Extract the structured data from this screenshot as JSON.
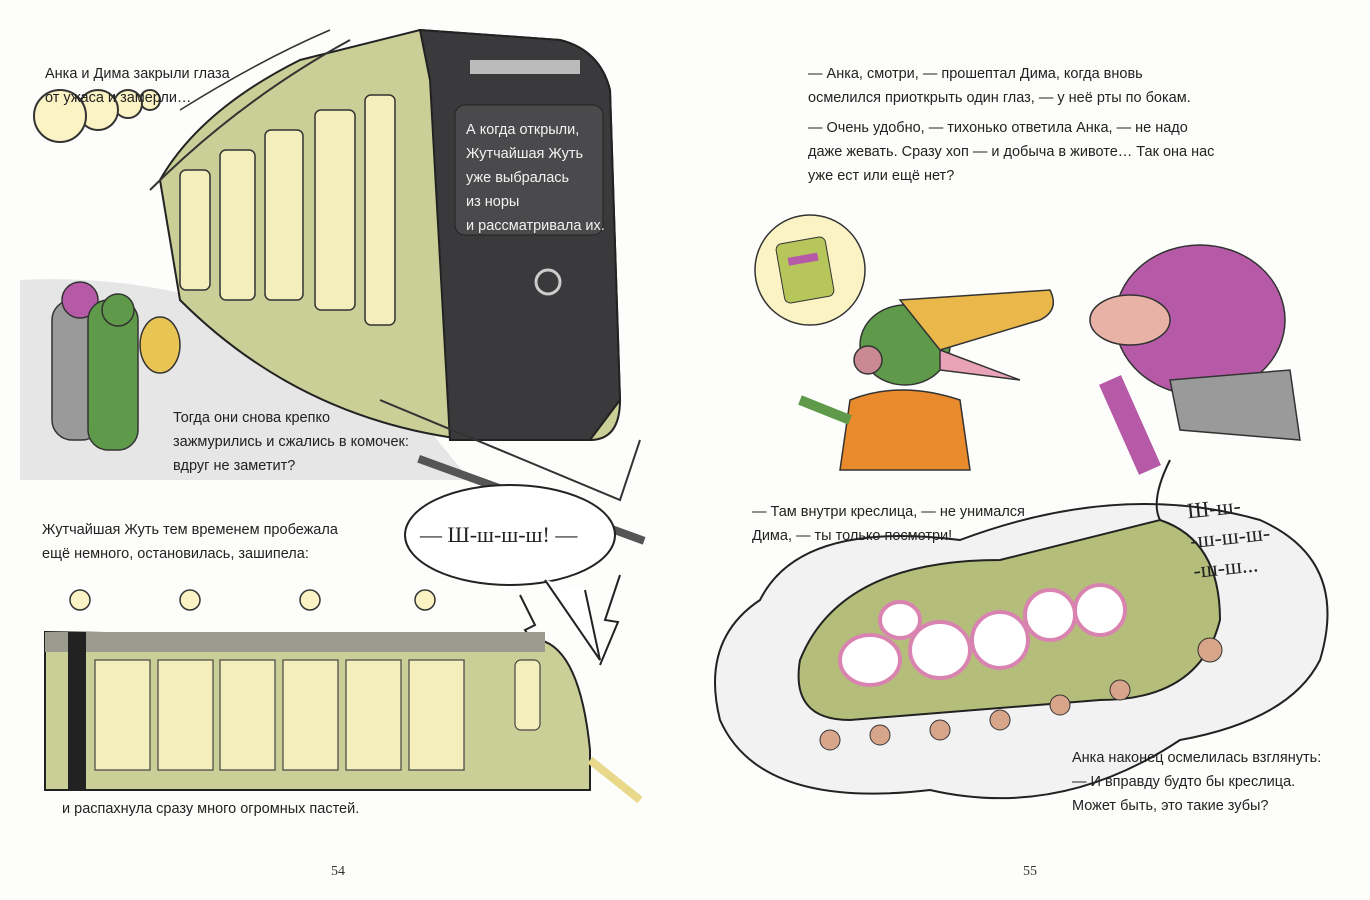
{
  "left_page": {
    "intro": [
      "Анка и Дима закрыли глаза",
      "от ужаса и замерли…"
    ],
    "train_screen": [
      "А когда открыли,",
      "Жутчайшая Жуть",
      "уже выбралась",
      "из норы",
      "и рассматривала их."
    ],
    "hug_text": [
      "Тогда они снова крепко",
      "зажмурились и сжались в комочек:",
      "вдруг не заметит?"
    ],
    "hiss_bubble": "— Ш-ш-ш-ш! —",
    "run_text": [
      "Жутчайшая Жуть тем временем пробежала",
      "ещё немного, остановилась, зашипела:"
    ],
    "bottom_text": "и распахнула сразу много огромных пастей.",
    "page_number": "54"
  },
  "right_page": {
    "dialogue": [
      [
        "— Анка, смотри, — прошептал Дима, когда вновь",
        "осмелился приоткрыть один глаз, — у неё рты по бокам."
      ],
      [
        "— Очень удобно, — тихонько ответила Анка, — не надо",
        "даже жевать. Сразу хоп — и добыча в животе… Так она нас",
        "уже ест или ещё нет?"
      ]
    ],
    "inside_text": [
      "— Там внутри креслица, — не унимался",
      "Дима, — ты только посмотри!"
    ],
    "hiss_bubble": "Ш-ш-\n-ш-ш-ш-\n-ш-ш...",
    "final_text": [
      "Анка наконец осмелилась взглянуть:",
      "— И вправду будто бы креслица.",
      "Может быть, это такие зубы?"
    ],
    "page_number": "55"
  },
  "colors": {
    "train_green": "#c9cf96",
    "window_yellow": "#f4edbc",
    "screen_dark": "#3a3a3c",
    "croc_green": "#5e9a4a",
    "monster_pink": "#b65aa8",
    "lamp": "#fbf3c4"
  }
}
